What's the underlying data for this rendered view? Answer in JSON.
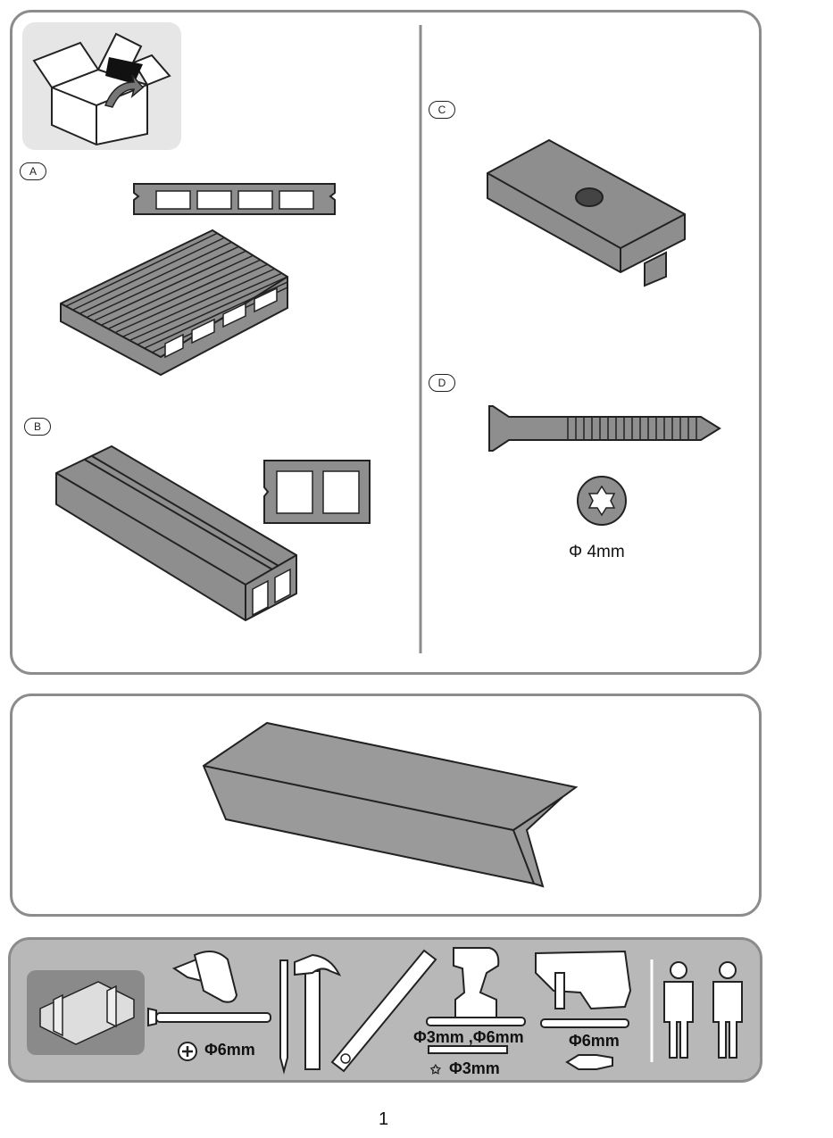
{
  "parts": {
    "a": {
      "label": "A"
    },
    "b": {
      "label": "B"
    },
    "c": {
      "label": "C"
    },
    "d": {
      "label": "D",
      "diameter": "Φ 4mm"
    }
  },
  "tools": {
    "plug_diameter": "Φ6mm",
    "drill_bits": "Φ3mm ,Φ6mm",
    "torx_bit": "Φ3mm",
    "hammer_drill_bit": "Φ6mm"
  },
  "page_number": "1"
}
